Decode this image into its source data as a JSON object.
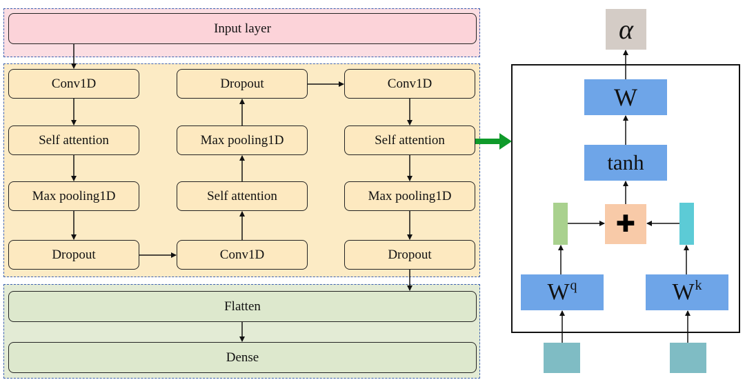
{
  "regions": {
    "input": {
      "label": "Input layer"
    },
    "column1": [
      "Conv1D",
      "Self attention",
      "Max pooling1D",
      "Dropout"
    ],
    "column2": [
      "Dropout",
      "Max pooling1D",
      "Self attention",
      "Conv1D"
    ],
    "column3": [
      "Conv1D",
      "Self attention",
      "Max pooling1D",
      "Dropout"
    ],
    "output": [
      "Flatten",
      "Dense"
    ]
  },
  "colors": {
    "input_region": "#fbdde2",
    "conv_region": "#fcebc5",
    "output_region": "#e3ebd5",
    "node_fill_input": "#fcd3d9",
    "node_fill_conv": "#fde9c0",
    "node_fill_output": "#dde8cd",
    "attention_box_fill": "#6ea5e8",
    "query_vector": "#a9d18e",
    "key_vector": "#5ccbd6",
    "input_vector": "#7fbcc4",
    "add_node": "#f8caa8",
    "alpha_box": "#d4ccc6",
    "green_arrow": "#0f9a2a"
  },
  "attention": {
    "alpha": "α",
    "w": "W",
    "tanh": "tanh",
    "plus": "✚",
    "wq_base": "W",
    "wq_sup": "q",
    "wk_base": "W",
    "wk_sup": "k"
  }
}
